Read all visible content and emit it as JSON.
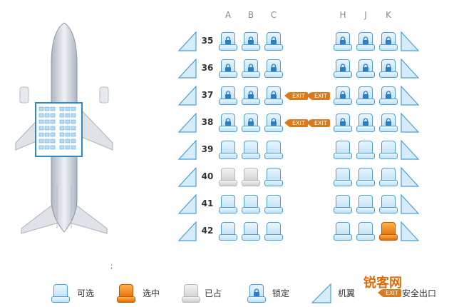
{
  "columns_left": [
    "A",
    "B",
    "C"
  ],
  "columns_right": [
    "H",
    "J",
    "K"
  ],
  "rows": [
    {
      "num": "35",
      "left": [
        "locked",
        "locked",
        "locked"
      ],
      "right": [
        "locked",
        "locked",
        "locked"
      ],
      "exit": false
    },
    {
      "num": "36",
      "left": [
        "locked",
        "locked",
        "locked"
      ],
      "right": [
        "locked",
        "locked",
        "locked"
      ],
      "exit": false
    },
    {
      "num": "37",
      "left": [
        "locked",
        "locked",
        "locked"
      ],
      "right": [
        "locked",
        "locked",
        "locked"
      ],
      "exit": true
    },
    {
      "num": "38",
      "left": [
        "locked",
        "locked",
        "locked"
      ],
      "right": [
        "locked",
        "locked",
        "locked"
      ],
      "exit": true
    },
    {
      "num": "39",
      "left": [
        "free",
        "free",
        "free"
      ],
      "right": [
        "free",
        "free",
        "free"
      ],
      "exit": false
    },
    {
      "num": "40",
      "left": [
        "taken",
        "taken",
        "free"
      ],
      "right": [
        "free",
        "free",
        "free"
      ],
      "exit": false
    },
    {
      "num": "41",
      "left": [
        "free",
        "free",
        "free"
      ],
      "right": [
        "free",
        "free",
        "free"
      ],
      "exit": false
    },
    {
      "num": "42",
      "left": [
        "free",
        "free",
        "free"
      ],
      "right": [
        "free",
        "free",
        "selected"
      ],
      "exit": false
    }
  ],
  "exit_label": "EXIT",
  "note": ";",
  "legend": {
    "available": "可选",
    "selected": "选中",
    "taken": "已占",
    "locked": "锁定",
    "wing": "机翼",
    "exit": "安全出口",
    "exit_badge": "EXIT"
  },
  "watermark": "锐客网",
  "colors": {
    "free_border": "#4a9fd9",
    "selected": "#e06b08",
    "taken": "#b8b8b8",
    "exit": "#d97a1c"
  }
}
